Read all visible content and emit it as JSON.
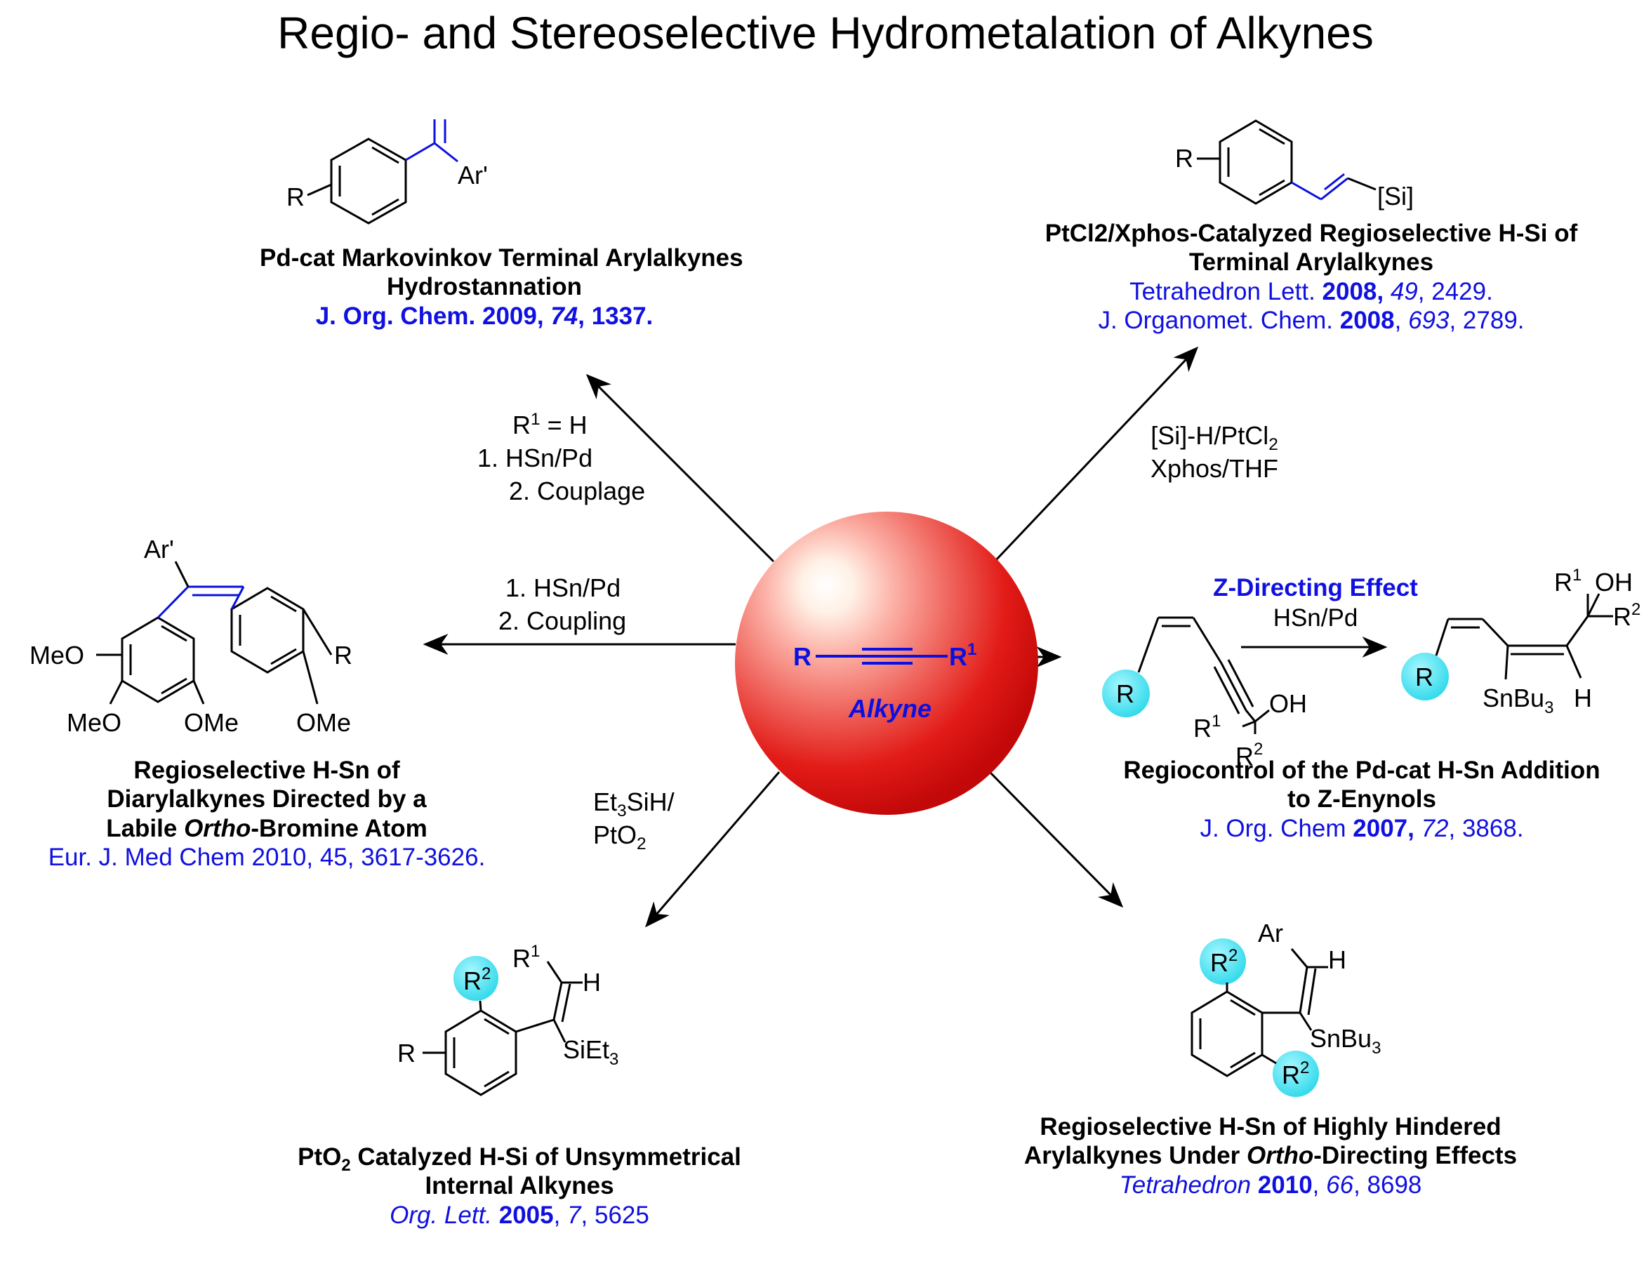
{
  "title": "Regio- and Stereoselective Hydrometalation of Alkynes",
  "center": {
    "r_label": "R",
    "r1_label": "R",
    "r1_sup": "1",
    "name": "Alkyne"
  },
  "colors": {
    "sphere": "#e01010",
    "highlight": "#0a10e0",
    "reference": "#1010e0",
    "r_group": "#40e0ee"
  },
  "top_left": {
    "caption_line1": "Pd-cat Markovinkov Terminal Arylalkynes",
    "caption_line2": "Hydrostannation",
    "ref_journal": "J. Org. Chem. 2009,",
    "ref_volume": "74",
    "ref_pages": ", 1337.",
    "cond_r1": "R",
    "cond_r1_sup": "1",
    "cond_r1_tail": " = H",
    "cond_step1": "1. HSn/Pd",
    "cond_step2": "2. Couplage",
    "struct": {
      "r": "R",
      "ar": "Ar'"
    }
  },
  "top_right": {
    "caption_line1": "PtCl2/Xphos-Catalyzed Regioselective H-Si of",
    "caption_line2": "Terminal Arylalkynes",
    "ref1_journal": "Tetrahedron Lett. ",
    "ref1_year": "2008,",
    "ref1_volume": " 49",
    "ref1_pages": ", 2429.",
    "ref2_journal": "J. Organomet. Chem. ",
    "ref2_year": "2008",
    "ref2_sep": ", ",
    "ref2_volume": "693",
    "ref2_pages": ", 2789.",
    "cond_line1": "[Si]-H/PtCl",
    "cond_line1_sub": "2",
    "cond_line2": "Xphos/THF",
    "struct": {
      "r": "R",
      "si": "[Si]"
    }
  },
  "left": {
    "caption_line1": "Regioselective H-Sn of",
    "caption_line2": "Diarylalkynes Directed by a",
    "caption_line3_a": "Labile ",
    "caption_line3_b": "Ortho",
    "caption_line3_c": "-Bromine Atom",
    "ref": "Eur. J. Med Chem 2010, 45, 3617-3626.",
    "cond_step1": "1. HSn/Pd",
    "cond_step2": "2. Coupling",
    "struct": {
      "ar": "Ar'",
      "meo1": "MeO",
      "meo2": "MeO",
      "ome1": "OMe",
      "ome2": "OMe",
      "r": "R"
    }
  },
  "right": {
    "label": "Z-Directing Effect",
    "cond": "HSn/Pd",
    "caption_line1": "Regiocontrol of the Pd-cat H-Sn Addition",
    "caption_line2": "to Z-Enynols",
    "ref_journal": "J. Org. Chem ",
    "ref_year": "2007,",
    "ref_volume": " 72",
    "ref_pages": ", 3868.",
    "struct": {
      "r": "R",
      "oh": "OH",
      "r1": "R",
      "r1_sup": "1",
      "r2": "R",
      "r2_sup": "2",
      "snbu": "SnBu",
      "snbu_sub": "3",
      "h": "H"
    }
  },
  "bottom_left": {
    "cond_line1_a": "Et",
    "cond_line1_sub": "3",
    "cond_line1_b": "SiH/",
    "cond_line2_a": "PtO",
    "cond_line2_sub": "2",
    "caption_line1_a": "PtO",
    "caption_line1_sub": "2",
    "caption_line1_b": " Catalyzed H-Si of Unsymmetrical",
    "caption_line2": "Internal Alkynes",
    "ref_journal": "Org. Lett. ",
    "ref_year": "2005",
    "ref_sep": ", ",
    "ref_volume": "7",
    "ref_pages": ", 5625",
    "struct": {
      "r": "R",
      "r2": "R",
      "r2_sup": "2",
      "r1": "R",
      "r1_sup": "1",
      "h": "H",
      "siet": "SiEt",
      "siet_sub": "3"
    }
  },
  "bottom_right": {
    "caption_line1": "Regioselective H-Sn of Highly Hindered",
    "caption_line2_a": "Arylalkynes Under ",
    "caption_line2_b": "Ortho",
    "caption_line2_c": "-Directing Effects",
    "ref_journal": "Tetrahedron ",
    "ref_year": "2010",
    "ref_sep": ", ",
    "ref_volume": "66",
    "ref_pages": ", 8698",
    "struct": {
      "ar": "Ar",
      "h": "H",
      "r2": "R",
      "r2_sup": "2",
      "snbu": "SnBu",
      "snbu_sub": "3"
    }
  }
}
